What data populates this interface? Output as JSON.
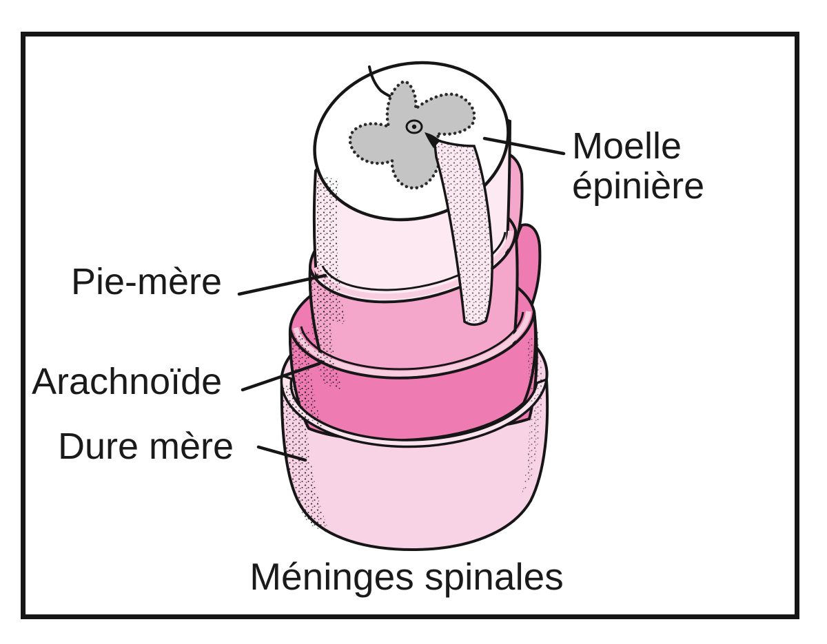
{
  "diagram": {
    "title": "Méninges spinales",
    "labels": {
      "moelle": {
        "line1": "Moelle",
        "line2": "épinière"
      },
      "pie": "Pie-mère",
      "arachnoide": "Arachnoïde",
      "dure": "Dure mère"
    },
    "structures": [
      "Moelle épinière",
      "Pie-mère",
      "Arachnoïde",
      "Dure mère"
    ],
    "colors": {
      "outline": "#161616",
      "cord_body": "#fce9f2",
      "cord_top": "#ffffff",
      "gray_matter": "#c4c4c4",
      "pia": "#f5a6cb",
      "pia_shadow": "#e2699f",
      "arachnoid": "#ee7cb3",
      "dura": "#f8d3e6",
      "dura_lip": "#fbe4ee",
      "rim_light": "#f9cde0",
      "text": "#1a1a1a"
    }
  }
}
